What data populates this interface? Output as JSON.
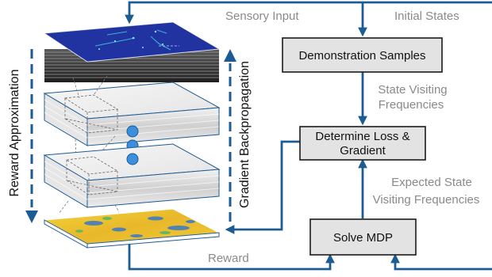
{
  "labels": {
    "sensory_input": "Sensory Input",
    "initial_states": "Initial States",
    "demonstration_samples": "Demonstration Samples",
    "state_visiting_line1": "State Visiting",
    "state_visiting_line2": "Frequencies",
    "determine_loss_line1": "Determine Loss &",
    "determine_loss_line2": "Gradient",
    "expected_state_line1": "Expected State",
    "expected_state_line2": "Visiting Frequencies",
    "solve_mdp": "Solve MDP",
    "reward": "Reward",
    "reward_approximation": "Reward Approximation",
    "gradient_backpropagation": "Gradient Backpropagation"
  },
  "colors": {
    "arrow_blue": "#1d5b94",
    "box_fill": "#e3e3e3",
    "box_stroke": "#1a1a1a",
    "label_gray": "#8a8a8a",
    "layer_stroke": "#1d5b94",
    "node_fill": "#3c8fdc",
    "map_top": "#1e3199",
    "map_reward": "#e8c12c"
  }
}
